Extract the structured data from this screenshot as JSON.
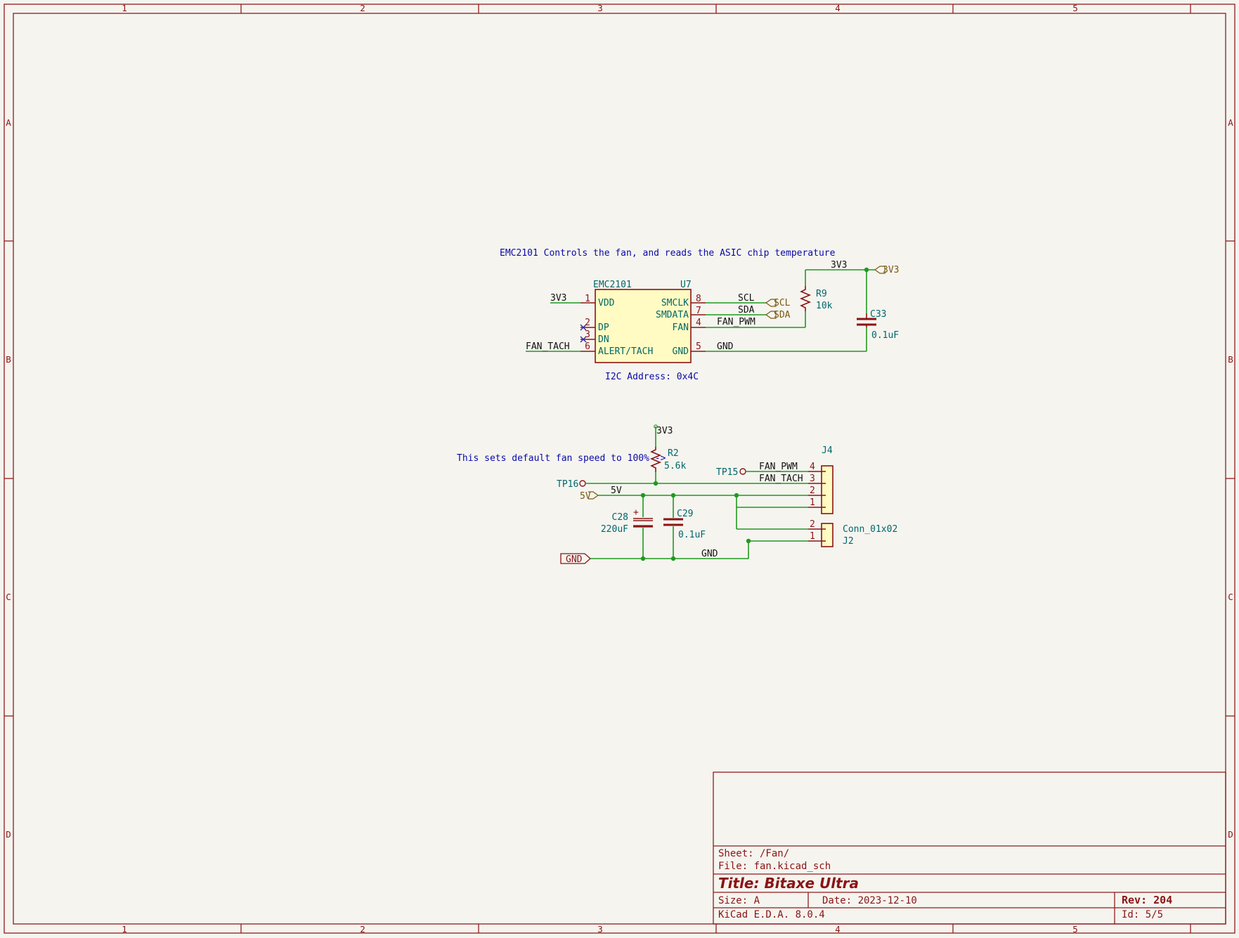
{
  "border": {
    "columns": [
      "1",
      "2",
      "3",
      "4",
      "5"
    ],
    "rows": [
      "A",
      "B",
      "C",
      "D"
    ]
  },
  "notes": {
    "controller": "EMC2101 Controls the fan, and reads the ASIC chip temperature",
    "i2c_address": "I2C Address: 0x4C",
    "default_speed": "This sets default fan speed to 100% ->"
  },
  "u7": {
    "value": "EMC2101",
    "ref": "U7",
    "pins_left": [
      {
        "num": "1",
        "name": "VDD",
        "net": "3V3"
      },
      {
        "num": "2",
        "name": "DP",
        "net": ""
      },
      {
        "num": "3",
        "name": "DN",
        "net": ""
      },
      {
        "num": "6",
        "name": "ALERT/TACH",
        "net": "FAN_TACH"
      }
    ],
    "pins_right": [
      {
        "num": "8",
        "name": "SMCLK",
        "net": "SCL"
      },
      {
        "num": "7",
        "name": "SMDATA",
        "net": "SDA"
      },
      {
        "num": "4",
        "name": "FAN",
        "net": "FAN_PWM"
      },
      {
        "num": "5",
        "name": "GND",
        "net": "GND"
      }
    ]
  },
  "global_labels": {
    "scl": "SCL",
    "sda": "SDA",
    "v3": "3V3",
    "v5": "5V",
    "gnd": "GND"
  },
  "r9": {
    "ref": "R9",
    "value": "10k"
  },
  "c33": {
    "ref": "C33",
    "value": "0.1uF"
  },
  "r2": {
    "ref": "R2",
    "value": "5.6k"
  },
  "c28": {
    "ref": "C28",
    "value": "220uF"
  },
  "c29": {
    "ref": "C29",
    "value": "0.1uF"
  },
  "tp15": {
    "ref": "TP15"
  },
  "tp16": {
    "ref": "TP16"
  },
  "j4": {
    "ref": "J4",
    "pins": [
      {
        "num": "4",
        "net": "FAN_PWM"
      },
      {
        "num": "3",
        "net": "FAN_TACH"
      },
      {
        "num": "2",
        "net": ""
      },
      {
        "num": "1",
        "net": ""
      }
    ]
  },
  "j2": {
    "ref": "J2",
    "value": "Conn_01x02",
    "pins": [
      "2",
      "1"
    ]
  },
  "net_labels": {
    "v3_top": "3V3",
    "v3_r2": "3V3",
    "v5": "5V",
    "gnd_bottom": "GND"
  },
  "title_block": {
    "sheet": "Sheet: /Fan/",
    "file": "File: fan.kicad_sch",
    "title": "Title: Bitaxe Ultra",
    "size": "Size: A",
    "date": "Date: 2023-12-10",
    "rev": "Rev: 204",
    "tool": "KiCad E.D.A. 8.0.4",
    "id": "Id: 5/5"
  }
}
